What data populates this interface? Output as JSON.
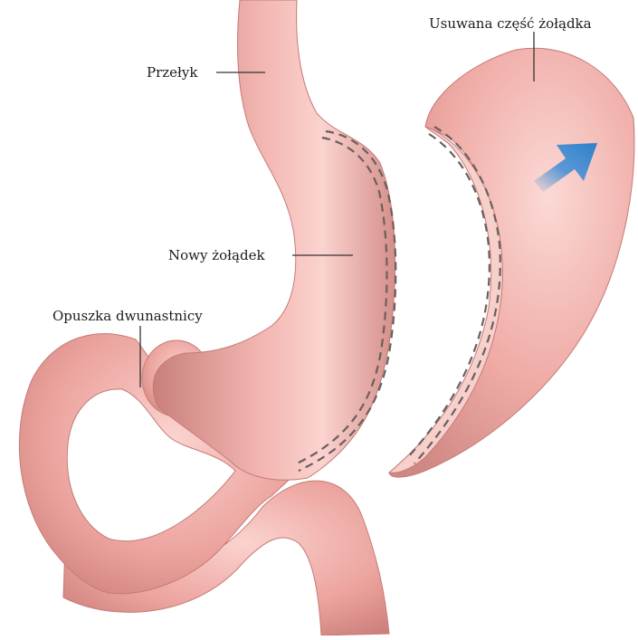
{
  "labels": {
    "esophagus": "Przełyk",
    "new_stomach": "Nowy żołądek",
    "duodenal_bulb": "Opuszka dwunastnicy",
    "removed_part": "Usuwana część żołądka"
  },
  "colors": {
    "organ_fill": "#eda7a3",
    "organ_shadow": "#c9807c",
    "organ_highlight": "#fbd9d5",
    "staple": "#6b5f5f",
    "arrow": "#3f8fd6",
    "leader": "#333333"
  },
  "icons": {
    "arrow": "arrow-icon"
  }
}
